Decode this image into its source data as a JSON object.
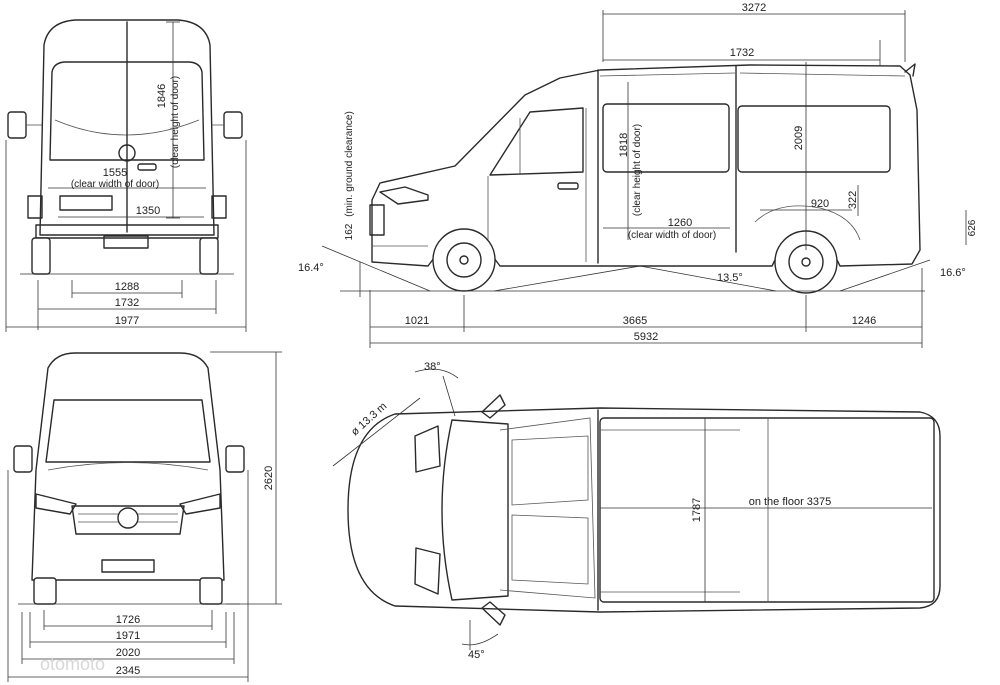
{
  "rear_view": {
    "door_height": "1846",
    "door_height_note": "(clear height of door)",
    "door_width": "1555",
    "door_width_note": "(clear width of door)",
    "width_1350": "1350",
    "track_1288": "1288",
    "width_1732": "1732",
    "width_1977": "1977"
  },
  "side_view": {
    "length_3272": "3272",
    "length_1732": "1732",
    "side_door_height": "1818",
    "side_door_height_note": "(clear height of door)",
    "height_2009": "2009",
    "wheelarch_920": "920",
    "wheelarch_322": "322",
    "side_door_width": "1260",
    "side_door_width_note": "(clear width of door)",
    "ground_clearance": "162",
    "ground_clearance_note": "(min. ground clearance)",
    "floor_626": "626",
    "approach_angle": "16.4°",
    "departure_angle": "16.6°",
    "ramp_angle": "13.5°",
    "overhang_front": "1021",
    "wheelbase": "3665",
    "overhang_rear": "1246",
    "overall_length": "5932"
  },
  "front_view": {
    "overall_height": "2620",
    "track_1726": "1726",
    "width_1971": "1971",
    "width_2020": "2020",
    "width_2345": "2345"
  },
  "top_view": {
    "front_door_angle": "38°",
    "turning_circle": "ø 13.3 m",
    "floor_width": "1787",
    "floor_length": "on the floor 3375",
    "sliding_door_angle": "45°"
  },
  "watermark": "otomoto",
  "colors": {
    "line": "#2a2a2a",
    "background": "#ffffff",
    "watermark": "#d8d8d8"
  }
}
